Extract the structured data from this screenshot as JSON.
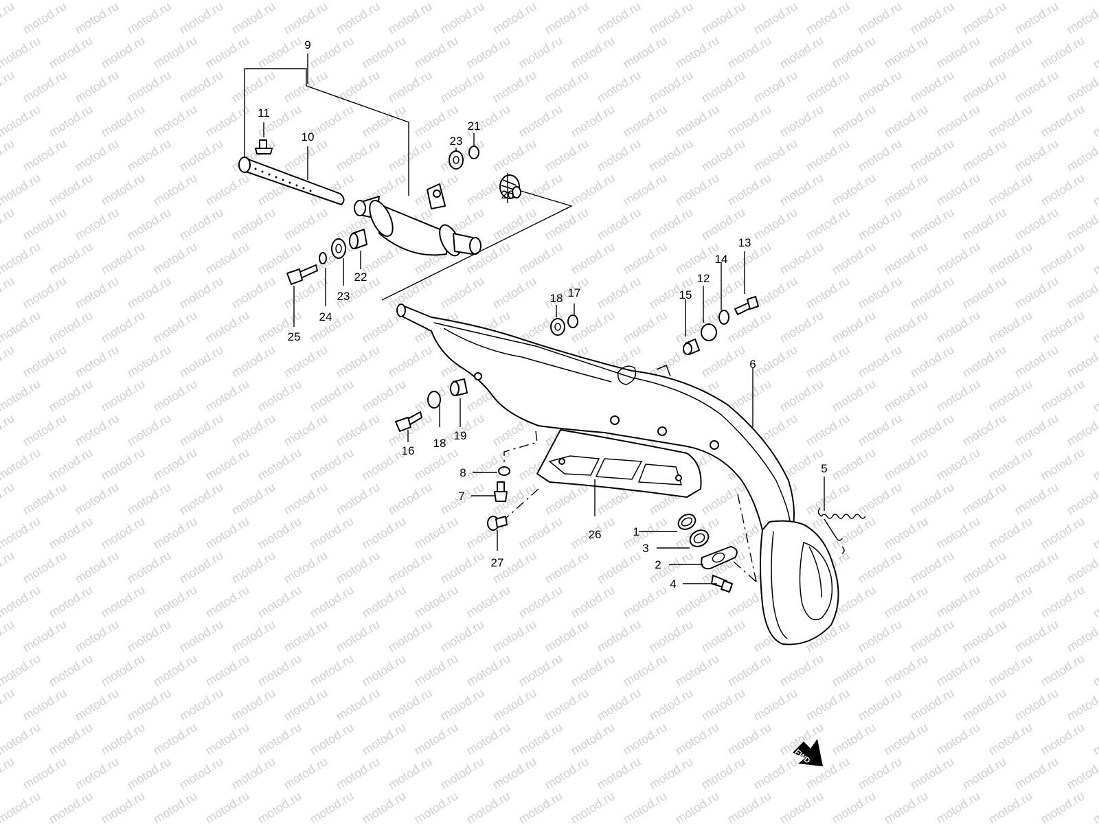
{
  "watermark": "motod.ru",
  "fwd_label": "FWD",
  "callouts": {
    "p1": "1",
    "p2": "2",
    "p3": "3",
    "p4": "4",
    "p5": "5",
    "p6": "6",
    "p7": "7",
    "p8": "8",
    "p9": "9",
    "p10": "10",
    "p11": "11",
    "p12": "12",
    "p13": "13",
    "p14": "14",
    "p15": "15",
    "p16": "16",
    "p17": "17",
    "p18a": "18",
    "p18b": "18",
    "p19": "19",
    "p20": "20",
    "p21": "21",
    "p22": "22",
    "p23a": "23",
    "p23b": "23",
    "p24": "24",
    "p25": "25",
    "p26": "26",
    "p27": "27"
  },
  "colors": {
    "line": "#000000",
    "background": "#ffffff",
    "watermark": "#cfcfcf"
  }
}
